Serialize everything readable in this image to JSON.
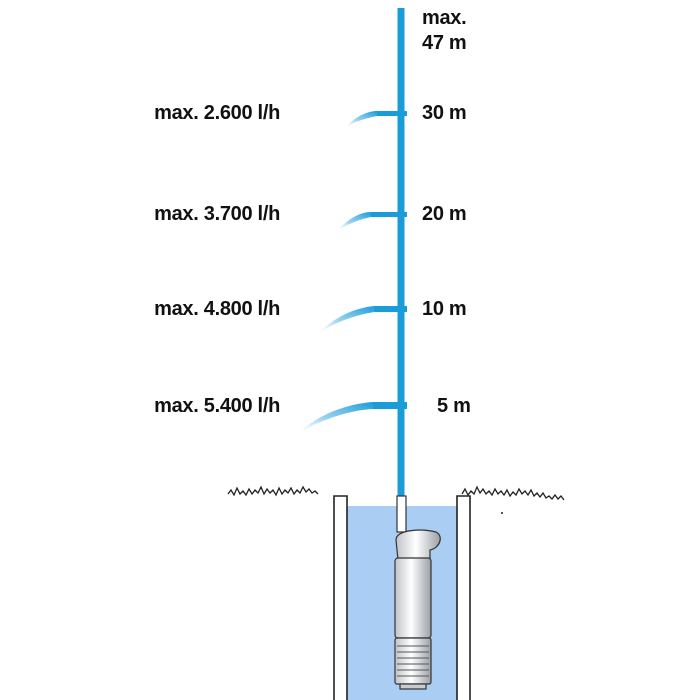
{
  "colors": {
    "pipe": "#1a9cd8",
    "water": "#a9cdf3",
    "ground": "#222222"
  },
  "labels": {
    "max_height_line1": "max.",
    "max_height_line2": "47 m"
  },
  "levels": [
    {
      "height": "30 m",
      "flow": "max. 2.600 l/h"
    },
    {
      "height": "20 m",
      "flow": "max. 3.700 l/h"
    },
    {
      "height": "10 m",
      "flow": "max. 4.800 l/h"
    },
    {
      "height": "5 m",
      "flow": "max. 5.400 l/h"
    }
  ]
}
